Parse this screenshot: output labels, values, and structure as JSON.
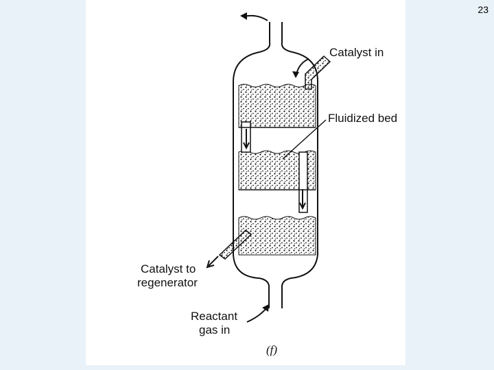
{
  "slide": {
    "number": "23"
  },
  "diagram": {
    "labels": {
      "catalyst_in": "Catalyst in",
      "fluidized_bed": "Fluidized bed",
      "catalyst_to_regenerator_line1": "Catalyst to",
      "catalyst_to_regenerator_line2": "regenerator",
      "reactant_gas_in_line1": "Reactant",
      "reactant_gas_in_line2": "gas in",
      "figure_tag": "(f)"
    },
    "colors": {
      "background": "#e9f2f9",
      "panel": "#ffffff",
      "line": "#111111"
    }
  }
}
